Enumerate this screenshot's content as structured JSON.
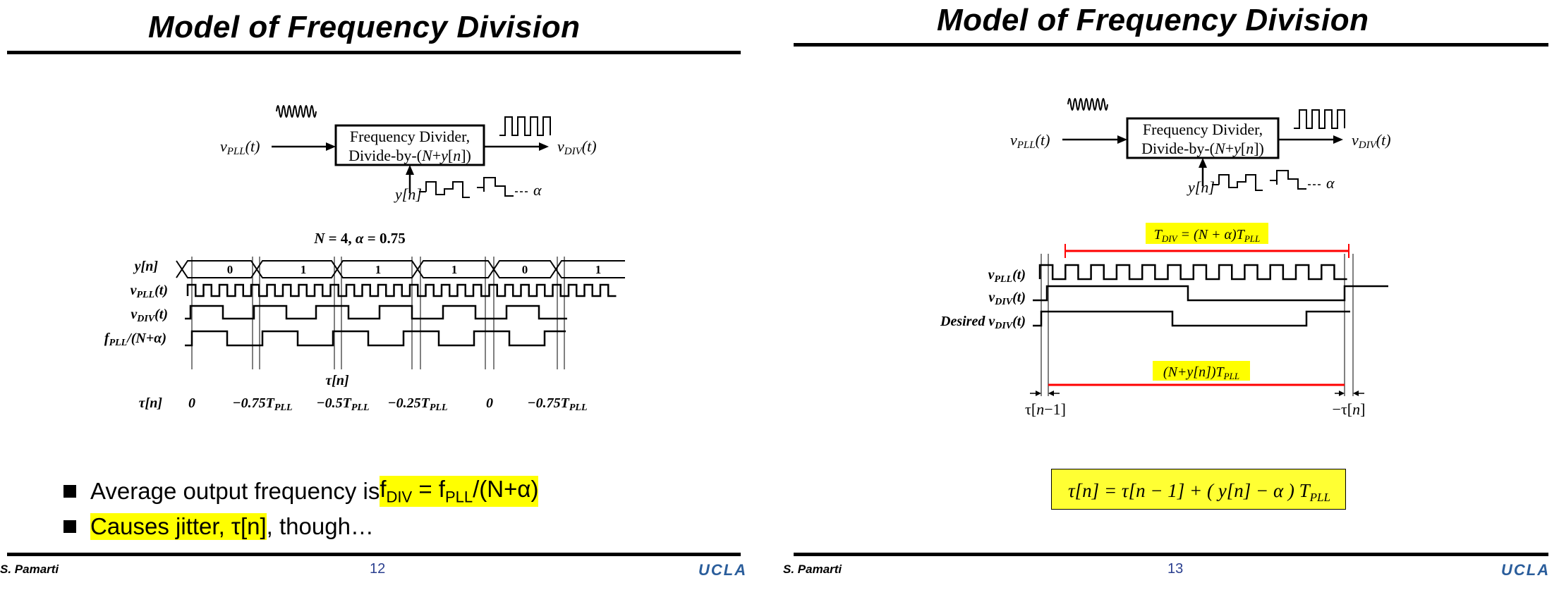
{
  "slide12": {
    "title": "Model of Frequency Division",
    "block": {
      "line1": "Frequency Divider,",
      "line2": "Divide-by-(N+y[n])"
    },
    "input_label": "v_PLL(t)",
    "output_label": "v_DIV(t)",
    "control_label": "y[n]",
    "alpha_label": "α",
    "params": "N = 4, α = 0.75",
    "rows": {
      "y": "y[n]",
      "vpll": "v_PLL(t)",
      "vdiv": "v_DIV(t)",
      "fref": "f_PLL/(N+α)"
    },
    "y_values": [
      "0",
      "1",
      "1",
      "1",
      "0",
      "1"
    ],
    "tau_caption": "τ[n]",
    "tau_row_label": "τ[n]",
    "tau_values": [
      "0",
      "−0.75T_PLL",
      "−0.5T_PLL",
      "−0.25T_PLL",
      "0",
      "−0.75T_PLL"
    ],
    "bullets": [
      {
        "text": "Average output frequency is ",
        "highlight": "f_DIV = f_PLL/(N+α)"
      },
      {
        "highlight": "Causes jitter, τ[n]",
        "text": ", though…"
      }
    ],
    "author": "S. Pamarti",
    "page": "12",
    "logo": "UCLA"
  },
  "slide13": {
    "title": "Model of Frequency Division",
    "block": {
      "line1": "Frequency Divider,",
      "line2": "Divide-by-(N+y[n])"
    },
    "input_label": "v_PLL(t)",
    "output_label": "v_DIV(t)",
    "control_label": "y[n]",
    "alpha_label": "α",
    "tdiv_label": "T_DIV = (N+α)T_PLL",
    "rows": {
      "vpll": "v_PLL(t)",
      "vdiv": "v_DIV(t)",
      "desired": "Desired v_DIV(t)"
    },
    "period_label": "(N+y[n])T_PLL",
    "tau_prev_label": "τ[n−1]",
    "tau_neg_label": "−τ[n]",
    "equation": "τ[n] = τ[n−1] + ( y[n] − α ) T_PLL",
    "author": "S. Pamarti",
    "page": "13",
    "logo": "UCLA"
  },
  "colors": {
    "highlight": "#ffff00",
    "red": "#ff0000",
    "logo": "#2a5d9b",
    "page_number": "#2a3f8f"
  }
}
